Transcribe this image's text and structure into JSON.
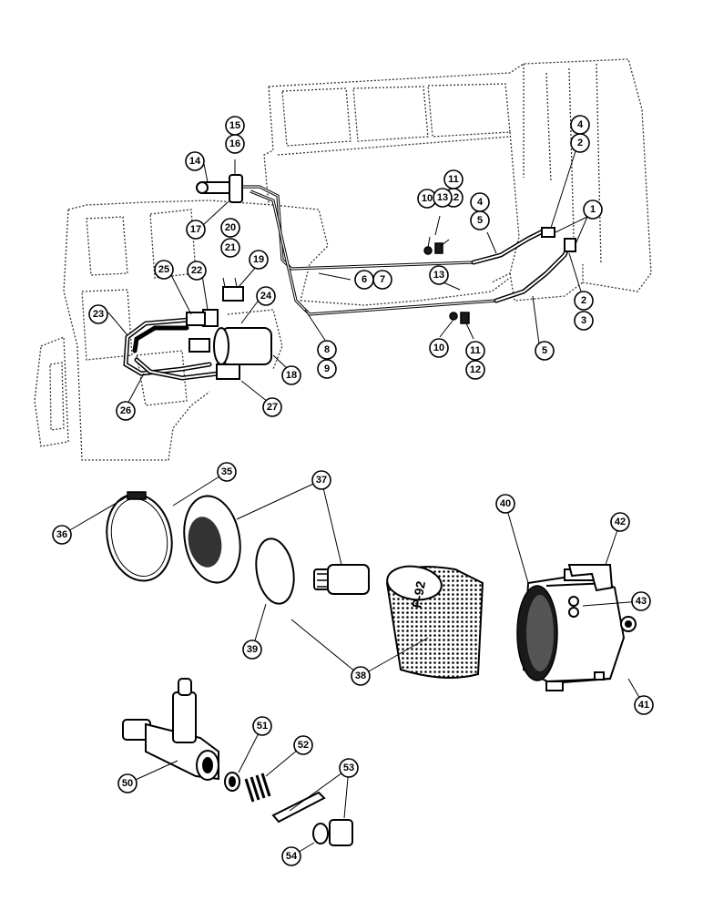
{
  "callouts": [
    {
      "label": "1"
    },
    {
      "label": "2"
    },
    {
      "label": "2"
    },
    {
      "label": "3"
    },
    {
      "label": "4"
    },
    {
      "label": "4"
    },
    {
      "label": "5"
    },
    {
      "label": "5"
    },
    {
      "label": "6"
    },
    {
      "label": "7"
    },
    {
      "label": "8"
    },
    {
      "label": "9"
    },
    {
      "label": "10"
    },
    {
      "label": "10"
    },
    {
      "label": "11"
    },
    {
      "label": "11"
    },
    {
      "label": "12"
    },
    {
      "label": "12"
    },
    {
      "label": "13"
    },
    {
      "label": "13"
    },
    {
      "label": "14"
    },
    {
      "label": "15"
    },
    {
      "label": "16"
    },
    {
      "label": "17"
    },
    {
      "label": "18"
    },
    {
      "label": "19"
    },
    {
      "label": "20"
    },
    {
      "label": "21"
    },
    {
      "label": "22"
    },
    {
      "label": "23"
    },
    {
      "label": "24"
    },
    {
      "label": "25"
    },
    {
      "label": "26"
    },
    {
      "label": "27"
    },
    {
      "label": "35"
    },
    {
      "label": "36"
    },
    {
      "label": "37"
    },
    {
      "label": "38"
    },
    {
      "label": "39"
    },
    {
      "label": "40"
    },
    {
      "label": "41"
    },
    {
      "label": "42"
    },
    {
      "label": "43"
    },
    {
      "label": "50"
    },
    {
      "label": "51"
    },
    {
      "label": "52"
    },
    {
      "label": "53"
    },
    {
      "label": "54"
    }
  ],
  "filter_marking": "P-92"
}
